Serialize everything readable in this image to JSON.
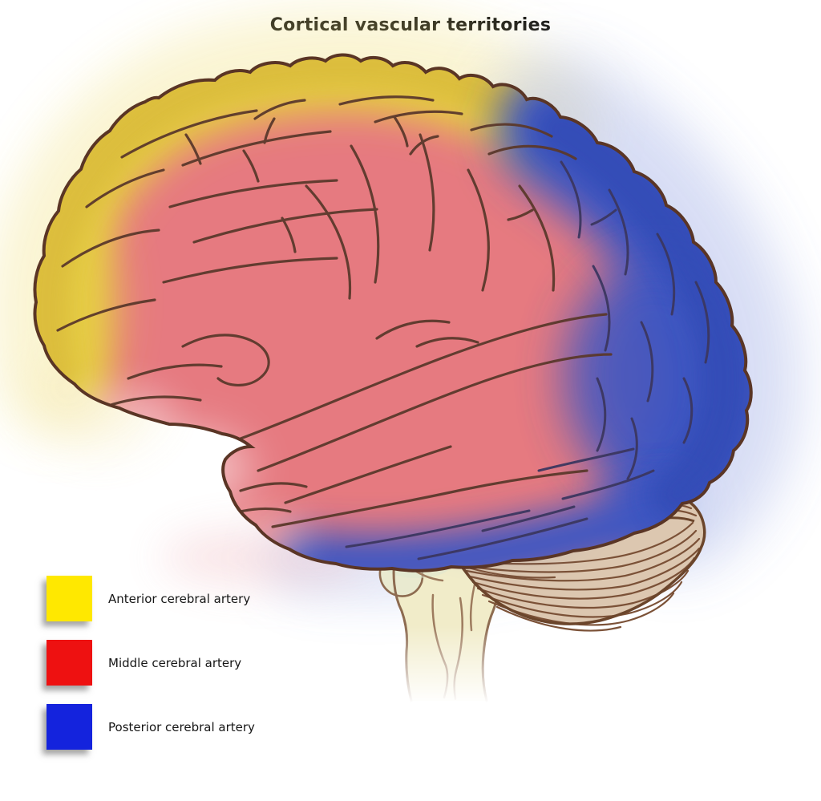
{
  "title": "Cortical vascular territories",
  "legend": {
    "items": [
      {
        "id": "anterior",
        "label": "Anterior cerebral artery",
        "swatch_color": "#ffe800"
      },
      {
        "id": "middle",
        "label": "Middle cerebral artery",
        "swatch_color": "#ee1111"
      },
      {
        "id": "posterior",
        "label": "Posterior cerebral artery",
        "swatch_color": "#1423dd"
      }
    ]
  },
  "diagram": {
    "kind": "lateral brain illustration",
    "territories": [
      {
        "name": "Anterior cerebral artery territory",
        "color": "#e6cd45",
        "edge_color": "#d9b93a"
      },
      {
        "name": "Middle cerebral artery territory",
        "color": "#e67a80"
      },
      {
        "name": "Posterior cerebral artery territory",
        "color": "#3e57c2",
        "edge_color": "#2f46b0"
      }
    ],
    "outline_color": "#5a3525",
    "sulci_color": "#5b392c",
    "posterior_sulci_color": "#3c3760",
    "cerebellum_fill": "#dcc7b0",
    "cerebellum_line_color": "#7b5137",
    "brainstem_fill": "#f1ecc9"
  }
}
